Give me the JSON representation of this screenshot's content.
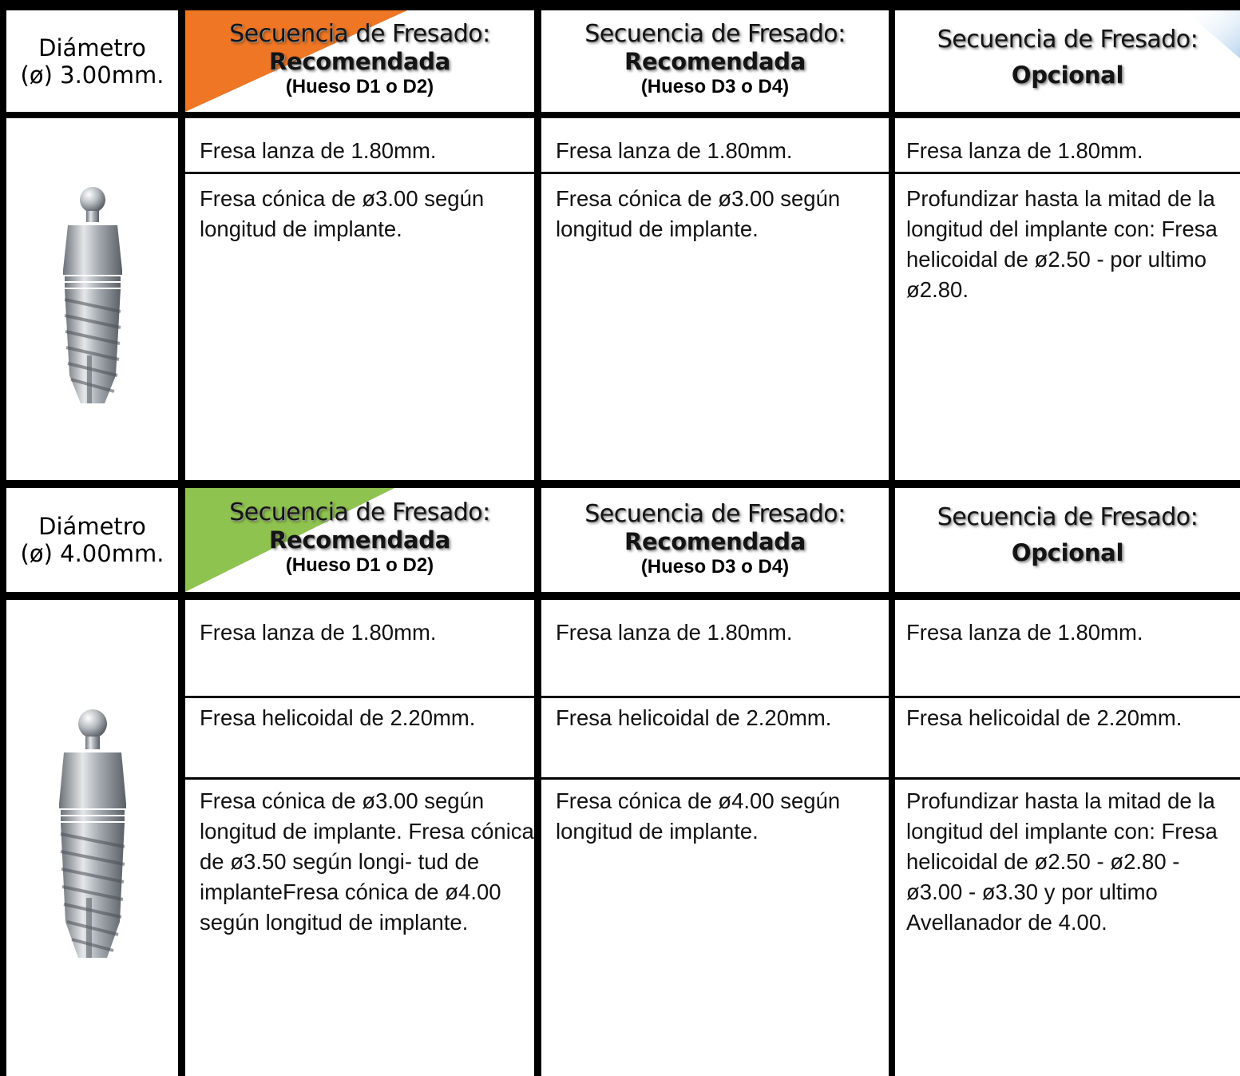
{
  "sections": [
    {
      "diameter": {
        "line1": "Diámetro",
        "line2": "(ø) 3.00mm."
      },
      "accent": "#ee7624",
      "headers": [
        {
          "line1": "Secuencia de Fresado:",
          "line2": "Recomendada",
          "line3": "(Hueso D1 o D2)"
        },
        {
          "line1": "Secuencia de Fresado:",
          "line2": "Recomendada",
          "line3": "(Hueso D3 o D4)"
        },
        {
          "line1": "Secuencia de Fresado:",
          "line2": "Opcional",
          "line3": ""
        }
      ],
      "rows": [
        [
          "Fresa lanza de 1.80mm.",
          "Fresa lanza de 1.80mm.",
          "Fresa lanza de 1.80mm."
        ],
        [
          "Fresa cónica de ø3.00 según longitud de implante.",
          "Fresa cónica de ø3.00 según longitud de implante.",
          "Profundizar hasta la mitad de la longitud del implante con: Fresa helicoidal de ø2.50 - por ultimo ø2.80."
        ]
      ]
    },
    {
      "diameter": {
        "line1": "Diámetro",
        "line2": "(ø) 4.00mm."
      },
      "accent": "#8fc34f",
      "headers": [
        {
          "line1": "Secuencia de Fresado:",
          "line2": "Recomendada",
          "line3": "(Hueso D1 o D2)"
        },
        {
          "line1": "Secuencia de Fresado:",
          "line2": "Recomendada",
          "line3": "(Hueso D3 o D4)"
        },
        {
          "line1": "Secuencia de Fresado:",
          "line2": "Opcional",
          "line3": ""
        }
      ],
      "rows": [
        [
          "Fresa lanza de 1.80mm.",
          "Fresa lanza de 1.80mm.",
          "Fresa lanza de 1.80mm."
        ],
        [
          "Fresa helicoidal de 2.20mm.",
          "Fresa helicoidal de 2.20mm.",
          "Fresa helicoidal de 2.20mm."
        ],
        [
          "Fresa cónica de ø3.00 según longitud de implante. Fresa cónica de ø3.50 según longi- tud de implanteFresa cónica de ø4.00 según longitud de implante.",
          "Fresa cónica de ø4.00 según longitud de implante.",
          "Profundizar hasta la mitad de la longitud del implante con: Fresa helicoidal de ø2.50 - ø2.80 - ø3.00 - ø3.30 y por ultimo Avellanador de 4.00."
        ]
      ]
    }
  ]
}
